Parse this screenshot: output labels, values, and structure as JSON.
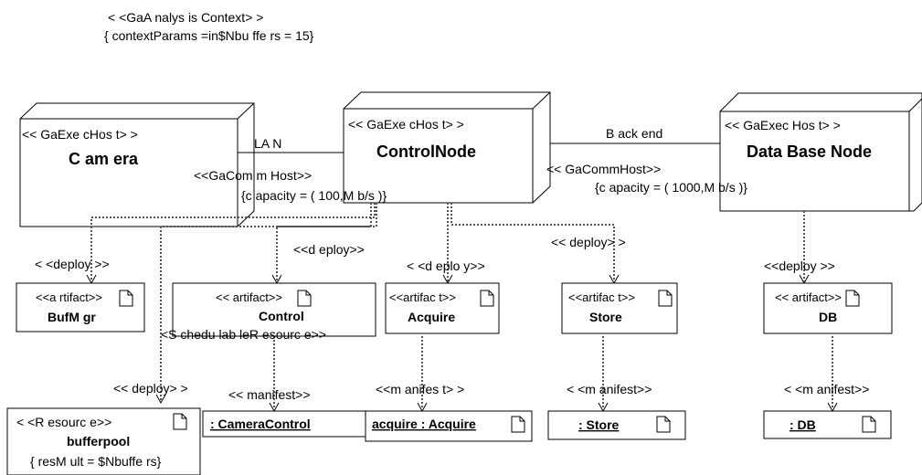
{
  "context": {
    "stereotype": "< <GaA nalys is Context> >",
    "params": "{ contextParams =in$Nbu ffe rs   =   15}"
  },
  "nodes": {
    "camera": {
      "stereotype": "<< GaExe cHos t> >",
      "name": "C am era"
    },
    "control": {
      "stereotype": "<< GaExe cHos t> >",
      "name": "ControlNode"
    },
    "db": {
      "stereotype": "<< GaExec Hos t> >",
      "name": "Data Base Node"
    }
  },
  "links": {
    "lan": {
      "name": "LA N",
      "stereotype": "<<GaCom m Host>>",
      "capacity": "{c apacity  =   ( 100,M b/s )}"
    },
    "backend": {
      "name": "B ack end",
      "stereotype": "<< GaCommHost>>",
      "capacity": "{c apacity  =   ( 1000,M b/s )}"
    }
  },
  "deploy_labels": {
    "bufmgr": "< <deploy >>",
    "control": "<<d eploy>>",
    "acquire": "< <d eplo y>>",
    "store": "<< deploy> >",
    "db": "<<deploy >>",
    "bufferpool": "<< deploy> >"
  },
  "artifacts": {
    "bufmgr": {
      "stereotype": "<<a rtifact>>",
      "name": "BufM gr"
    },
    "control": {
      "stereotype": "<< artifact>>",
      "name": "Control"
    },
    "acquire": {
      "stereotype": "<<artifac t>>",
      "name": "Acquire"
    },
    "store": {
      "stereotype": "<<artifac t>>",
      "name": "Store"
    },
    "db": {
      "stereotype": "<< artifact>>",
      "name": "DB"
    }
  },
  "schedulable_resource": "<S chedu lab leR esourc e>>",
  "manifest_labels": {
    "control": "<< manifest>>",
    "acquire": "<<m anifes t> >",
    "store": "< <m anifest>>",
    "db": "< <m anifest>>"
  },
  "instances": {
    "camera_control": ":  CameraControl",
    "acquire": "acquire  :  Acquire",
    "store": ":  Store",
    "db": ":  DB"
  },
  "resource": {
    "stereotype": "< <R esourc e>>",
    "name": "bufferpool",
    "params": "{ resM ult  =   $Nbuffe rs}"
  },
  "icons": [
    "artifact-document-icon"
  ]
}
